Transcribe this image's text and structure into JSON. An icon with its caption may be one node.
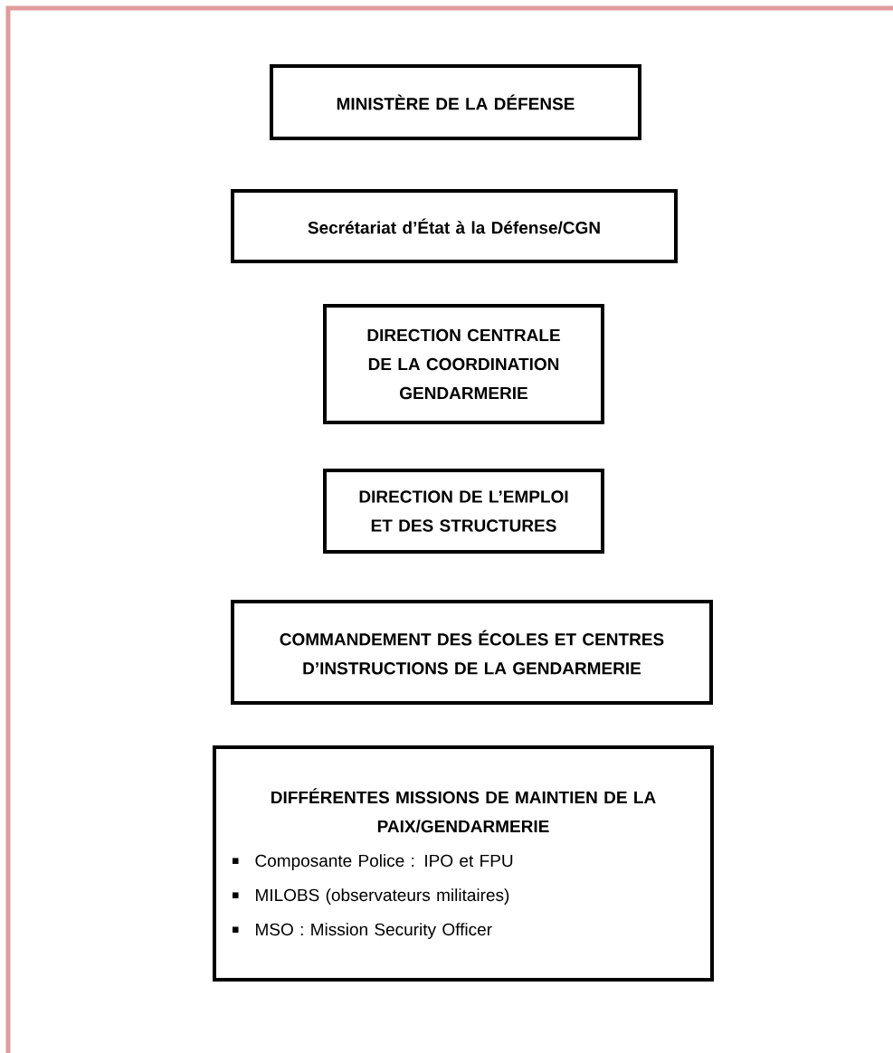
{
  "diagram": {
    "nodes": [
      {
        "text": [
          "MINISTÈRE DE LA DÉFENSE"
        ]
      },
      {
        "text": [
          "Secrétariat d’État à la Défense/CGN"
        ]
      },
      {
        "text": [
          "DIRECTION CENTRALE DE LA COORDINATION GENDARMERIE"
        ]
      },
      {
        "text": [
          "DIRECTION DE L’EMPLOI ET DES STRUCTURES"
        ]
      },
      {
        "text": [
          "COMMANDEMENT DES ÉCOLES ET CENTRES D’INSTRUCTIONS DE LA GENDARMERIE"
        ]
      },
      {
        "text": [
          "DIFFÉRENTES MISSIONS DE MAINTIEN DE LA PAIX/GENDARMERIE",
          "Composante Police : IPO et FPU",
          "MILOBS (observateurs militaires)",
          "MSO : Mission Security Officer"
        ]
      }
    ]
  }
}
